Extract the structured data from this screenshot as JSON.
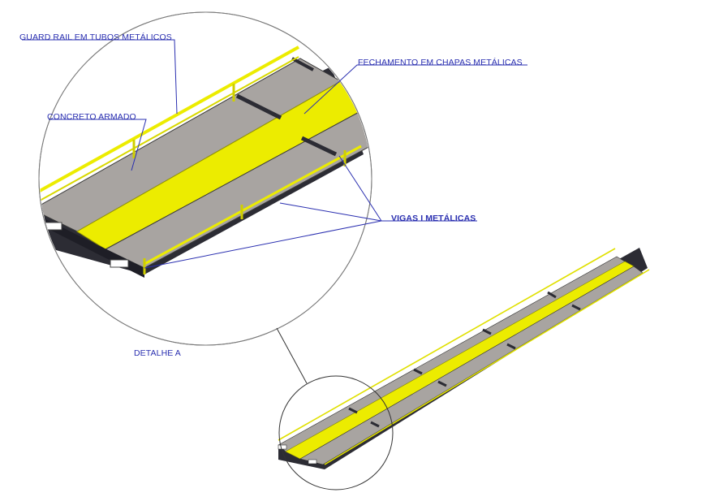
{
  "labels": {
    "guard_rail": "GUARD RAIL EM TUBOS METÁLICOS",
    "fechamento": "FECHAMENTO EM CHAPAS METÁLICAS",
    "concreto": "CONCRETO ARMADO",
    "vigas": "VIGAS I METÁLICAS",
    "detalhe": "DETALHE A"
  },
  "colors": {
    "annotation": "#2a2fb0",
    "yellow": "#ecec00",
    "yellow_edge": "#9a9a00",
    "concrete": "#a8a4a1",
    "steel": "#2c2c34",
    "outline": "#555555"
  }
}
